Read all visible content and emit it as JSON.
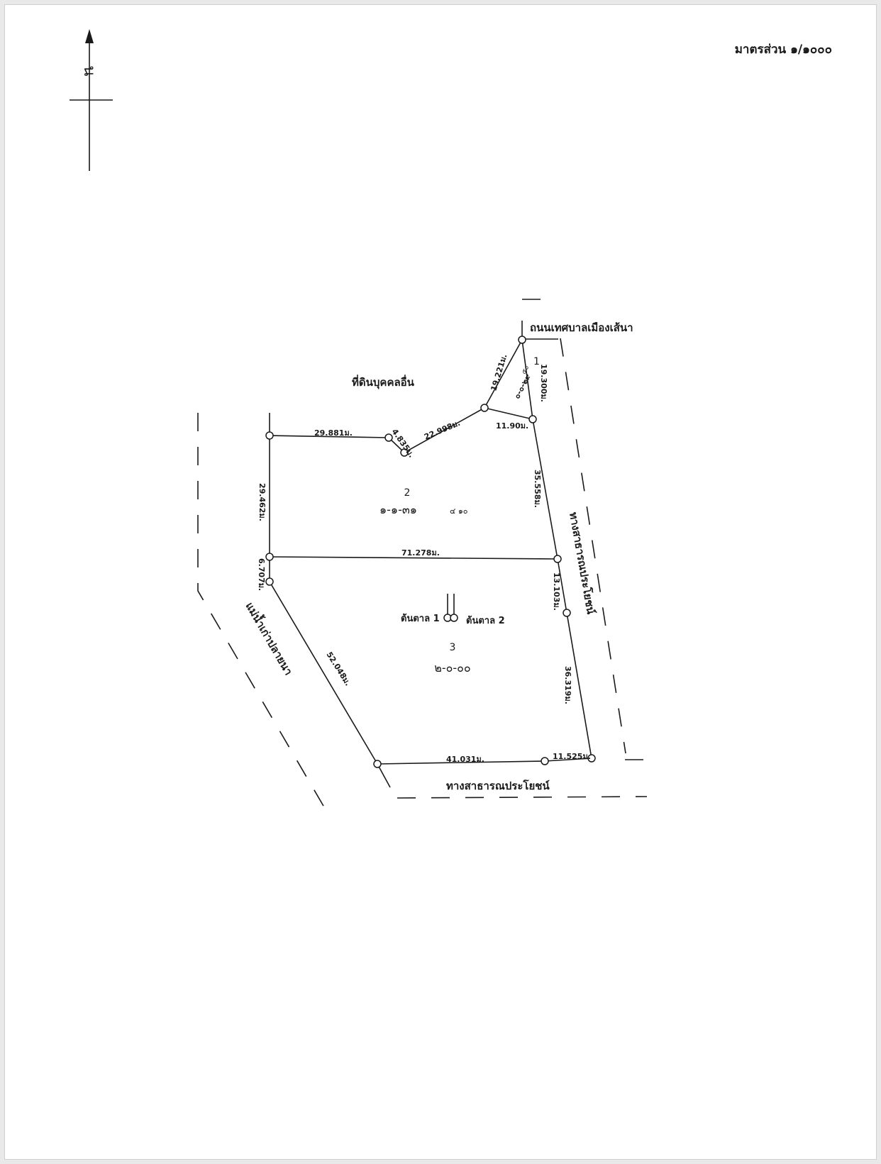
{
  "scale_label": "มาตรส่วน ๑/๑๐๐๐",
  "north_label": "น",
  "labels": {
    "road_top": "ถนนเทศบาลเมืองเส้นา",
    "other_land": "ที่ดินบุคคลอื่น",
    "path_right": "ทางสาธารณประโยชน์",
    "path_bottom": "ทางสาธารณประโยชน์",
    "river_left": "แม่น้ำเก่าปลายนา",
    "tree1": "ต้นตาล 1",
    "tree2": "ต้นตาล 2"
  },
  "parcels": [
    {
      "number": "1",
      "area": "๐-๐-๒๙",
      "area_frac": "๕๐"
    },
    {
      "number": "2",
      "area": "๑-๑-๓๑",
      "area_frac": "๔\n๑๐"
    },
    {
      "number": "3",
      "area": "๒-๐-๐๐"
    }
  ],
  "dimensions": {
    "d1": "29.881ม.",
    "d2": "4.835ม.",
    "d3": "22.998ม.",
    "d4": "19.221ม.",
    "d5": "19.300ม.",
    "d6": "11.90ม.",
    "d7": "35.558ม.",
    "d8": "29.462ม.",
    "d9": "71.278ม.",
    "d10": "6.707ม.",
    "d11": "13.103ม.",
    "d12": "52.048ม.",
    "d13": "36.319ม.",
    "d14": "41.031ม.",
    "d15": "11.525ม."
  }
}
